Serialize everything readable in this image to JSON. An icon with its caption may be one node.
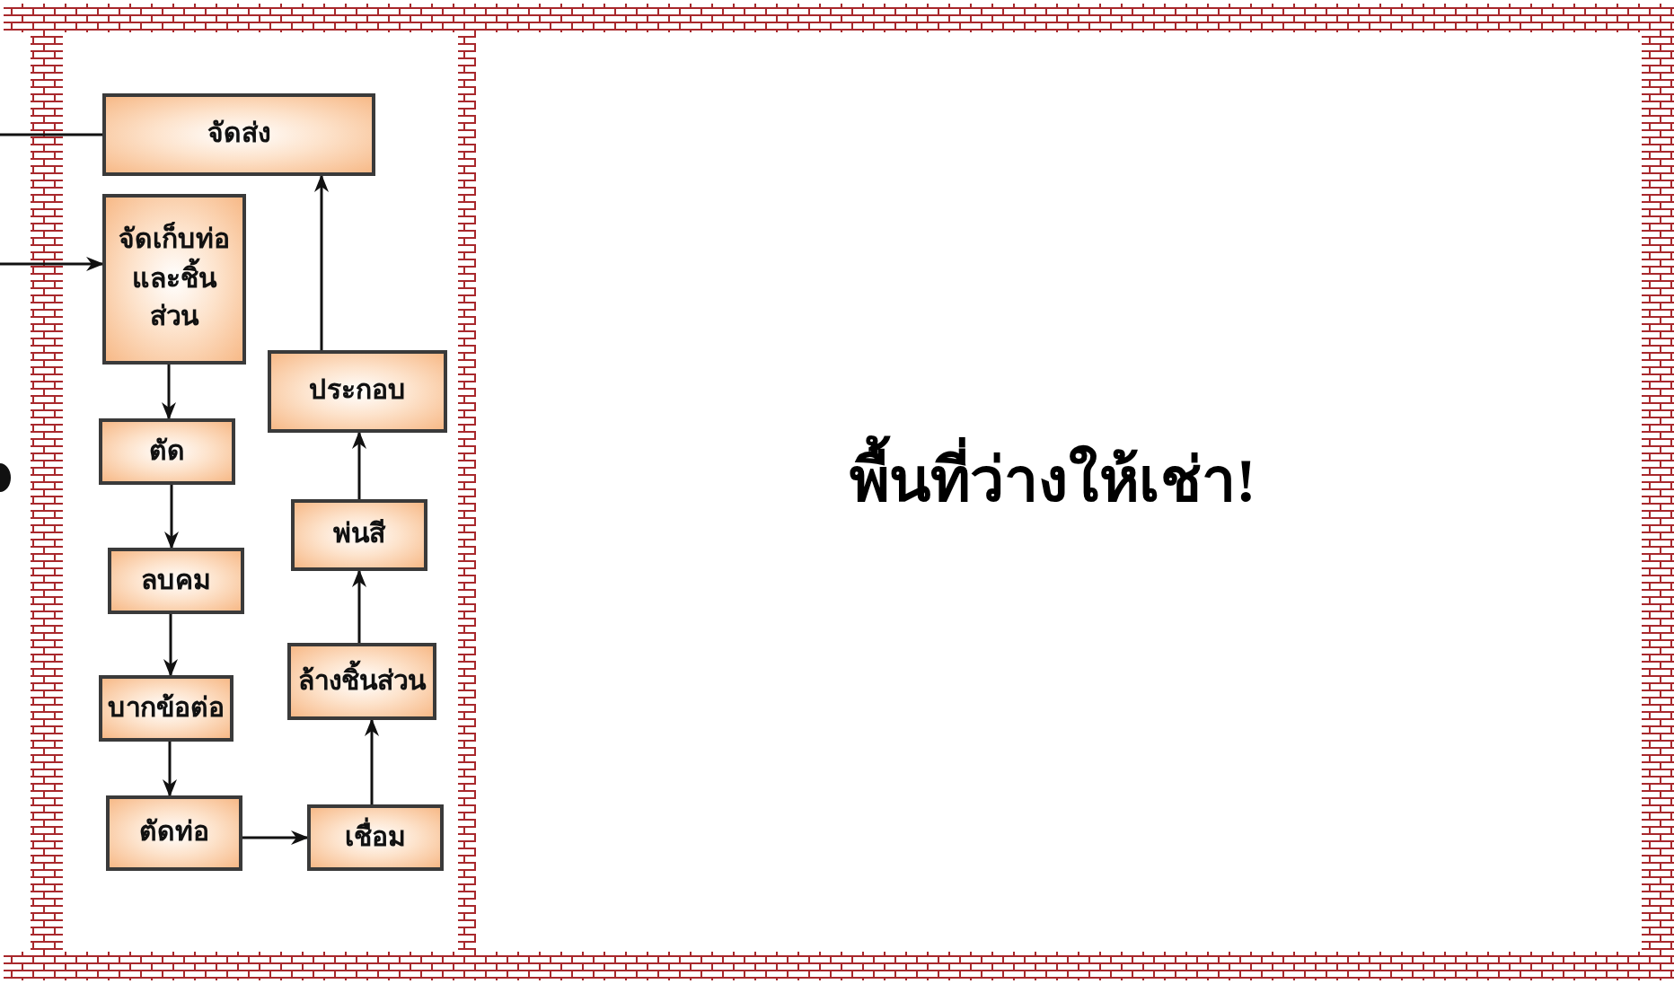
{
  "diagram": {
    "nodes": [
      {
        "text": [
          "จัดส่ง"
        ]
      },
      {
        "text": [
          "จัดเก็บท่อและชิ้นส่วน"
        ]
      },
      {
        "text": [
          "ตัด"
        ]
      },
      {
        "text": [
          "ลบคม"
        ]
      },
      {
        "text": [
          "บากข้อต่อ"
        ]
      },
      {
        "text": [
          "ตัดท่อ"
        ]
      },
      {
        "text": [
          "เชื่อม"
        ]
      },
      {
        "text": [
          "ล้างชิ้นส่วน"
        ]
      },
      {
        "text": [
          "พ่นสี"
        ]
      },
      {
        "text": [
          "ประกอบ"
        ]
      }
    ],
    "edges": [
      {
        "from": 0,
        "to": null,
        "arrow": "none"
      },
      {
        "from": null,
        "to": 1,
        "arrow": "to"
      },
      {
        "from": 1,
        "to": 2,
        "arrow": "to"
      },
      {
        "from": 2,
        "to": 3,
        "arrow": "to"
      },
      {
        "from": 3,
        "to": 4,
        "arrow": "to"
      },
      {
        "from": 4,
        "to": 5,
        "arrow": "to"
      },
      {
        "from": 5,
        "to": 6,
        "arrow": "to"
      },
      {
        "from": 6,
        "to": 7,
        "arrow": "to"
      },
      {
        "from": 7,
        "to": 8,
        "arrow": "to"
      },
      {
        "from": 8,
        "to": 9,
        "arrow": "to"
      },
      {
        "from": 9,
        "to": 0,
        "arrow": "to"
      }
    ],
    "labels": [
      "พื้นที่ว่างให้เช่า!"
    ]
  }
}
